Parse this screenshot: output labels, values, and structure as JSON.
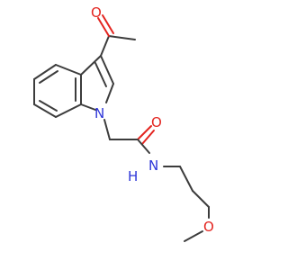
{
  "molecule": {
    "atoms": {
      "o_ketone": "O",
      "n_indole": "N",
      "o_amide": "O",
      "n_amide": "N",
      "h_amide": "H",
      "o_ether": "O"
    },
    "colors": {
      "bond": "#3c3c3c",
      "nitrogen": "#2d35d8",
      "oxygen": "#e3241f"
    }
  }
}
